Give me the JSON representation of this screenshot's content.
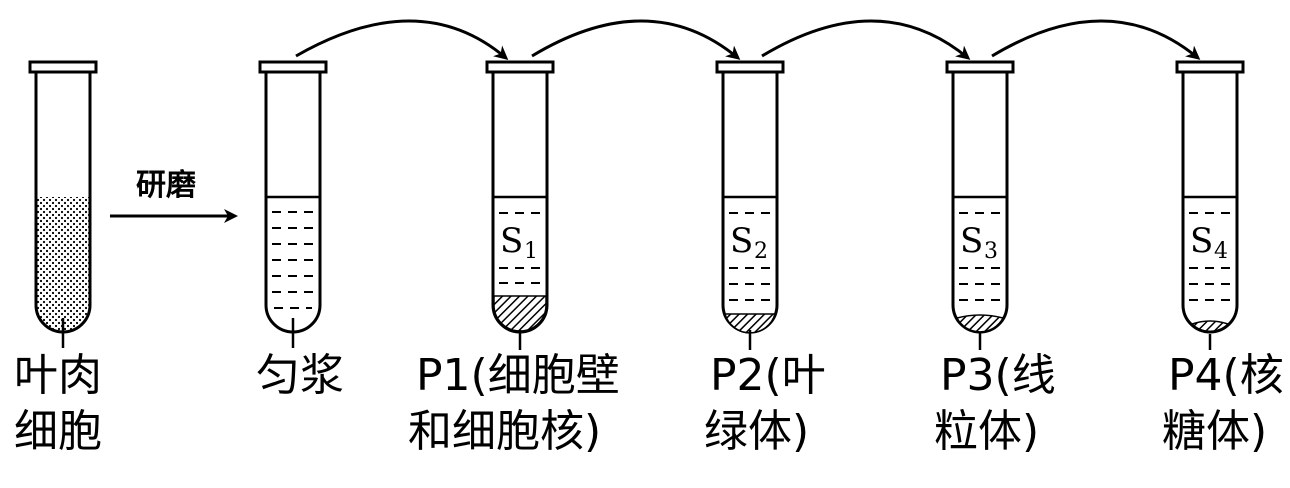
{
  "diagram": {
    "grind_label": "研磨",
    "tubes": [
      {
        "id": "leaf-cells",
        "supernatant": "",
        "sub": "",
        "caption_lines": [
          "叶肉",
          "细胞"
        ],
        "pellet": ""
      },
      {
        "id": "homogenate",
        "supernatant": "",
        "sub": "",
        "caption_lines": [
          "匀浆"
        ],
        "pellet": ""
      },
      {
        "id": "p1",
        "supernatant": "S",
        "sub": "1",
        "caption_lines": [
          "P1(细胞壁",
          "和细胞核)"
        ],
        "pellet": "large"
      },
      {
        "id": "p2",
        "supernatant": "S",
        "sub": "2",
        "caption_lines": [
          "P2(叶",
          "绿体)"
        ],
        "pellet": "medium"
      },
      {
        "id": "p3",
        "supernatant": "S",
        "sub": "3",
        "caption_lines": [
          "P3(线",
          "粒体)"
        ],
        "pellet": "small"
      },
      {
        "id": "p4",
        "supernatant": "S",
        "sub": "4",
        "caption_lines": [
          "P4(核",
          "糖体)"
        ],
        "pellet": "tiny"
      }
    ]
  }
}
